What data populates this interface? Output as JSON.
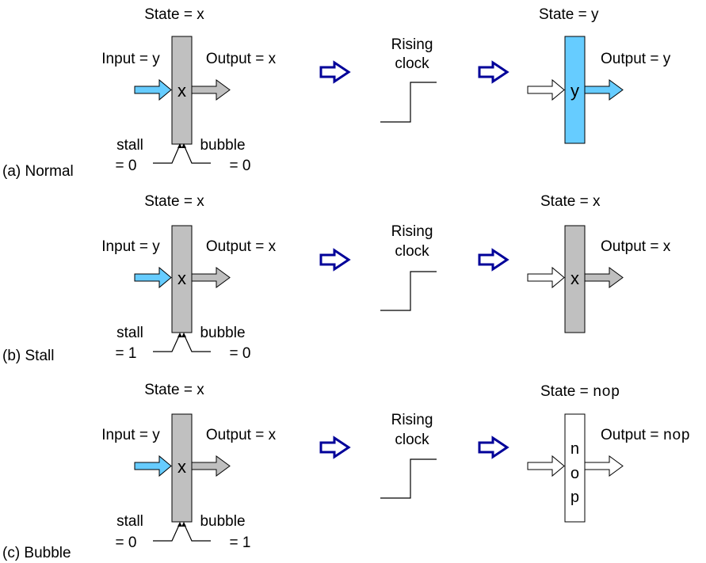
{
  "rows": [
    {
      "caption": "(a) Normal",
      "state_before": "State = x",
      "input": "Input = y",
      "output_before": "Output = x",
      "register_before": "x",
      "stall_label": "stall",
      "stall_value": "= 0",
      "bubble_label": "bubble",
      "bubble_value": "= 0",
      "clock_label_line1": "Rising",
      "clock_label_line2": "clock",
      "state_after_prefix": "State = ",
      "state_after_value": "y",
      "output_after_prefix": "Output = ",
      "output_after_value": "y",
      "register_after": "y"
    },
    {
      "caption": "(b) Stall",
      "state_before": "State = x",
      "input": "Input = y",
      "output_before": "Output = x",
      "register_before": "x",
      "stall_label": "stall",
      "stall_value": "= 1",
      "bubble_label": "bubble",
      "bubble_value": "= 0",
      "clock_label_line1": "Rising",
      "clock_label_line2": "clock",
      "state_after_prefix": "State = ",
      "state_after_value": "x",
      "output_after_prefix": "Output = ",
      "output_after_value": "x",
      "register_after": "x"
    },
    {
      "caption": "(c) Bubble",
      "state_before": "State = x",
      "input": "Input = y",
      "output_before": "Output = x",
      "register_before": "x",
      "stall_label": "stall",
      "stall_value": "= 0",
      "bubble_label": "bubble",
      "bubble_value": "= 1",
      "clock_label_line1": "Rising",
      "clock_label_line2": "clock",
      "state_after_prefix": "State = ",
      "state_after_value": "nop",
      "output_after_prefix": "Output = ",
      "output_after_value": "nop",
      "register_after_chars": [
        "n",
        "o",
        "p"
      ]
    }
  ],
  "colors": {
    "register_gray": "#c0c0c0",
    "register_blue": "#66ccff",
    "register_white": "#ffffff",
    "flow_arrow_blue": "#000099",
    "input_arrow_blue": "#66ccff",
    "output_arrow_gray": "#bfbfbf"
  }
}
